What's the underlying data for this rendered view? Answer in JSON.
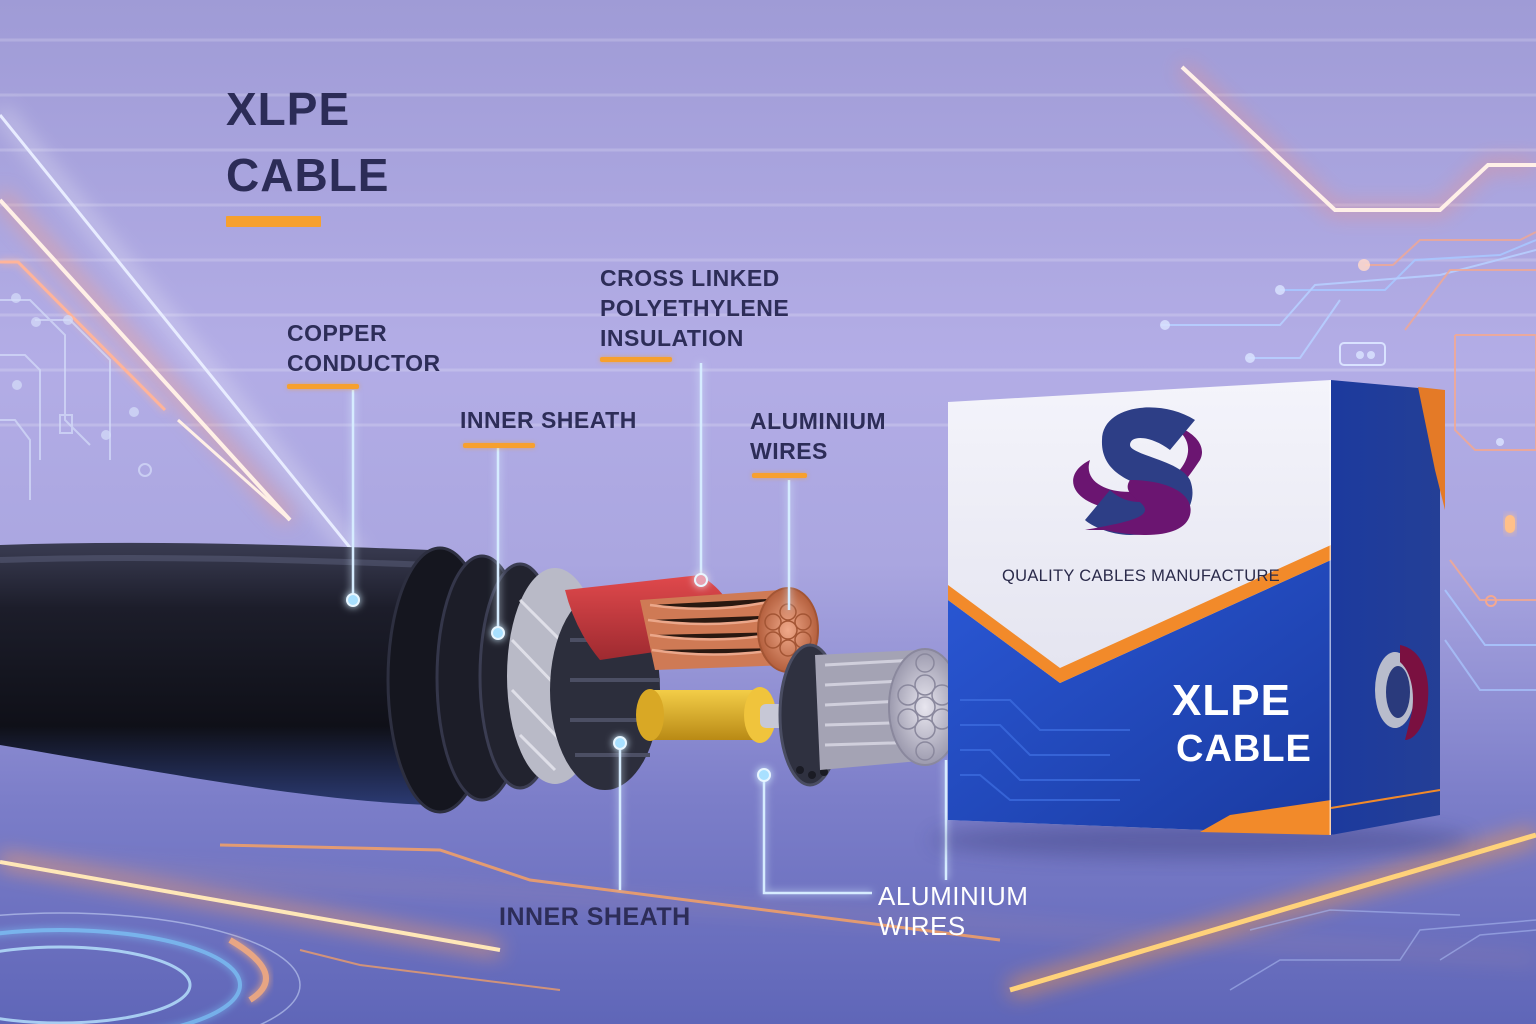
{
  "heading": {
    "line1": "XLPE",
    "line2": "CABLE"
  },
  "callouts": {
    "copper_conductor": {
      "line1": "COPPER",
      "line2": "CONDUCTOR"
    },
    "inner_sheath_top": {
      "line1": "INNER SHEATH"
    },
    "xlpe_insulation": {
      "line1": "CROSS LINKED",
      "line2": "POLYETHYLENE",
      "line3": "INSULATION"
    },
    "aluminium_wires_top": {
      "line1": "ALUMINIUM",
      "line2": "WIRES"
    },
    "inner_sheath_bottom": {
      "line1": "INNER SHEATH"
    },
    "aluminium_wires_bottom": {
      "line1": "ALUMINIUM",
      "line2": "WIRES"
    }
  },
  "product_box": {
    "logo": "S-swoosh-logo",
    "tagline": "QUALITY CABLES MANUFACTURE",
    "title_line1": "XLPE",
    "title_line2": "CABLE"
  },
  "colors": {
    "accent_orange": "#f7a02e",
    "text_navy": "#2c2c57",
    "box_blue": "#1f46b8",
    "logo_purple": "#6a1470",
    "copper": "#d9805a",
    "insulation_red": "#c93a3f",
    "insulation_yellow": "#e5b52a",
    "callout_line": "#cfe8ff"
  }
}
